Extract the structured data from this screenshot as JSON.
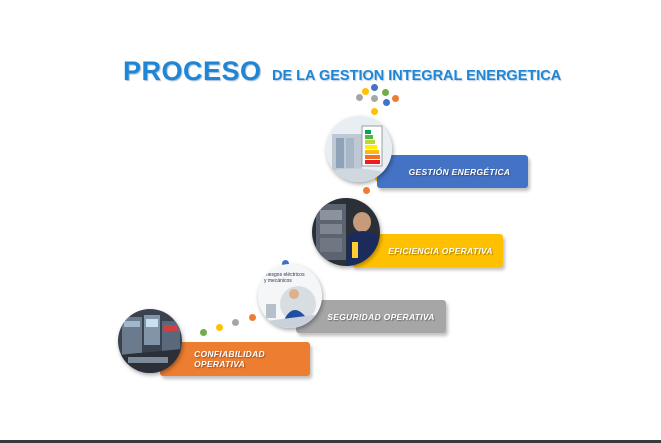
{
  "title": {
    "main": "PROCESO",
    "sub": "DE LA GESTION INTEGRAL ENERGETICA"
  },
  "steps": [
    {
      "id": "confiabilidad",
      "line1": "CONFIABILIDAD",
      "line2": "OPERATIVA",
      "color": "#ed7d31",
      "icon": "control-room-photo-icon"
    },
    {
      "id": "seguridad",
      "label": "SEGURIDAD OPERATIVA",
      "color": "#a6a6a6",
      "icon": "safety-brochure-photo-icon",
      "brochure_line1": "Riesgos eléctricos",
      "brochure_line2": "y mecánicos"
    },
    {
      "id": "eficiencia",
      "label": "EFICIENCIA OPERATIVA",
      "color": "#ffc000",
      "icon": "technician-panel-photo-icon"
    },
    {
      "id": "gestion",
      "label": "GESTIÓN ENERGÉTICA",
      "color": "#4472c4",
      "icon": "energy-rating-photo-icon"
    }
  ],
  "dot_colors": [
    "#ed7d31",
    "#a6a6a6",
    "#ffc000",
    "#4472c4",
    "#70ad47"
  ]
}
